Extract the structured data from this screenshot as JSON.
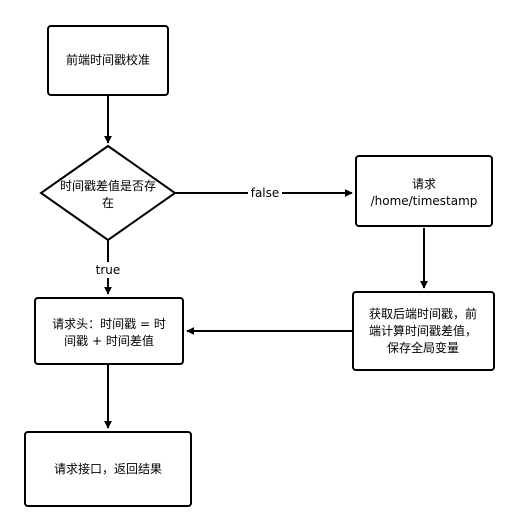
{
  "nodes": {
    "start": {
      "text": "前端时间戳校准"
    },
    "decision": {
      "line1": "时间戳差值是否存",
      "line2": "在"
    },
    "request_timestamp": {
      "line1": "请求",
      "line2": "/home/timestamp"
    },
    "fetch_backend": {
      "line1": "获取后端时间戳，前",
      "line2": "端计算时间戳差值，",
      "line3": "保存全局变量"
    },
    "request_header": {
      "line1": "请求头：时间戳 = 时",
      "line2": "间戳 + 时间差值"
    },
    "call_api": {
      "text": "请求接口，返回结果"
    }
  },
  "edges": {
    "false_label": "false",
    "true_label": "true"
  },
  "colors": {
    "stroke": "#000000",
    "fill": "#ffffff",
    "text": "#000000"
  }
}
